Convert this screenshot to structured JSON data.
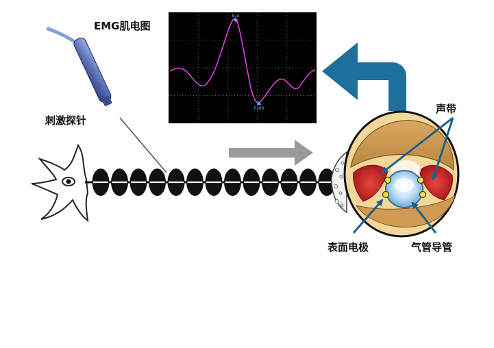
{
  "labels": {
    "emg_title": "EMG肌电图",
    "probe": "刺激探针",
    "vocal_cords": "声带",
    "surface_electrode": "表面电极",
    "tracheal_tube": "气管导管"
  },
  "emg_markers": {
    "peak": "N/A",
    "trough": "P100"
  },
  "colors": {
    "emg_background": "#000000",
    "emg_trace": "#e040e0",
    "emg_grid": "#8a8a8a",
    "marker": "#40c0ff",
    "return_arrow": "#1f6f9c",
    "signal_arrow": "#9a9a9a",
    "probe_body": "#5b6fb4",
    "vocal_cord_red": "#c8202a",
    "pointer_lines": "#1f5f8a"
  },
  "icons": [
    "stimulating-probe-icon",
    "neuron-icon",
    "larynx-icon",
    "return-arrow-icon",
    "signal-arrow-icon"
  ]
}
